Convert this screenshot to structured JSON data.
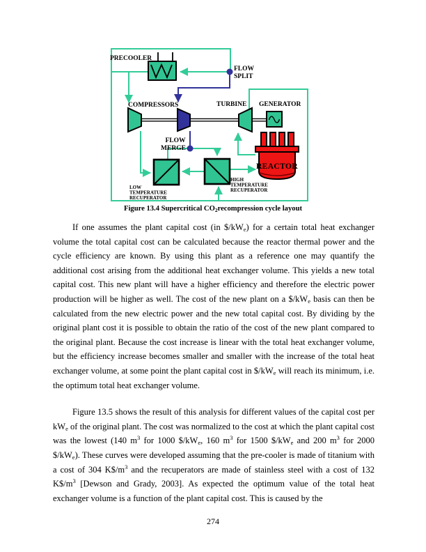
{
  "figure": {
    "caption": {
      "prefix": "Figure 13.4 Supercritical CO",
      "sub": "2",
      "suffix": "recompression cycle layout"
    },
    "labels": {
      "precooler": "PRECOOLER",
      "flow_split": [
        "FLOW",
        "SPLIT"
      ],
      "compressors": "COMPRESSORS",
      "turbine": "TURBINE",
      "generator": "GENERATOR",
      "flow_merge": [
        "FLOW",
        "MERGE"
      ],
      "low_recuperator": [
        "LOW",
        "TEMPERATURE",
        "RECUPERATOR"
      ],
      "high_recuperator": [
        "HIGH",
        "TEMPERATURE",
        "RECUPERATOR"
      ],
      "reactor": "REACTOR"
    },
    "colors": {
      "pipe": "#33cc99",
      "component": "#30c492",
      "secondary_flow": "#32329b",
      "reactor": "#ee1515",
      "reactor_shade": "#7a0000"
    }
  },
  "document": {
    "paragraphs": [
      {
        "segments": [
          {
            "style": "normal",
            "text": "If one assumes the plant capital cost (in $/kW"
          },
          {
            "style": "sub",
            "text": "e"
          },
          {
            "style": "normal",
            "text": ") for a certain total heat exchanger volume the total capital cost can be calculated because the reactor thermal power and the cycle efficiency are known.  By using this plant as a reference one may quantify the additional cost arising from the additional heat exchanger volume.  This yields a new total capital cost. This new plant will have a higher efficiency and therefore the electric power production will be higher as well.  The cost of the new plant on a $/kW"
          },
          {
            "style": "sub",
            "text": "e"
          },
          {
            "style": "normal",
            "text": " basis can then be calculated from the new electric power and the new total capital cost.  By dividing by the original plant cost it is possible to obtain the ratio of the cost of the new plant compared to the original plant.  Because the cost increase is linear with the total heat exchanger volume, but the efficiency increase becomes smaller and smaller with the increase of the total heat exchanger volume, at some point the plant capital cost in $/kW"
          },
          {
            "style": "sub",
            "text": "e"
          },
          {
            "style": "normal",
            "text": " will reach its minimum, i.e. the optimum total heat exchanger volume."
          }
        ]
      },
      {
        "segments": [
          {
            "style": "normal",
            "text": "Figure 13.5 shows the result of this analysis for different values of the capital cost per kW"
          },
          {
            "style": "sub",
            "text": "e"
          },
          {
            "style": "normal",
            "text": " of the original plant.  The cost was normalized to the cost at which the plant capital cost was the lowest (140 m"
          },
          {
            "style": "sup",
            "text": "3"
          },
          {
            "style": "normal",
            "text": " for 1000 $/kW"
          },
          {
            "style": "sub",
            "text": "e"
          },
          {
            "style": "normal",
            "text": ", 160 m"
          },
          {
            "style": "sup",
            "text": "3"
          },
          {
            "style": "normal",
            "text": " for 1500 $/kW"
          },
          {
            "style": "sub",
            "text": "e"
          },
          {
            "style": "normal",
            "text": " and 200 m"
          },
          {
            "style": "sup",
            "text": "3"
          },
          {
            "style": "normal",
            "text": " for 2000 $/kW"
          },
          {
            "style": "sub",
            "text": "e"
          },
          {
            "style": "normal",
            "text": ").  These curves were developed assuming that the pre-cooler is made of titanium with a cost of 304 K$/m"
          },
          {
            "style": "sup",
            "text": "3"
          },
          {
            "style": "normal",
            "text": " and the recuperators are made of stainless steel with a cost of 132 K$/m"
          },
          {
            "style": "sup",
            "text": "3"
          },
          {
            "style": "normal",
            "text": " [Dewson and Grady, 2003].  As expected the optimum value of the total heat exchanger volume is a function of the plant capital cost.  This is caused by the"
          }
        ]
      }
    ]
  },
  "page": {
    "number": "274"
  }
}
